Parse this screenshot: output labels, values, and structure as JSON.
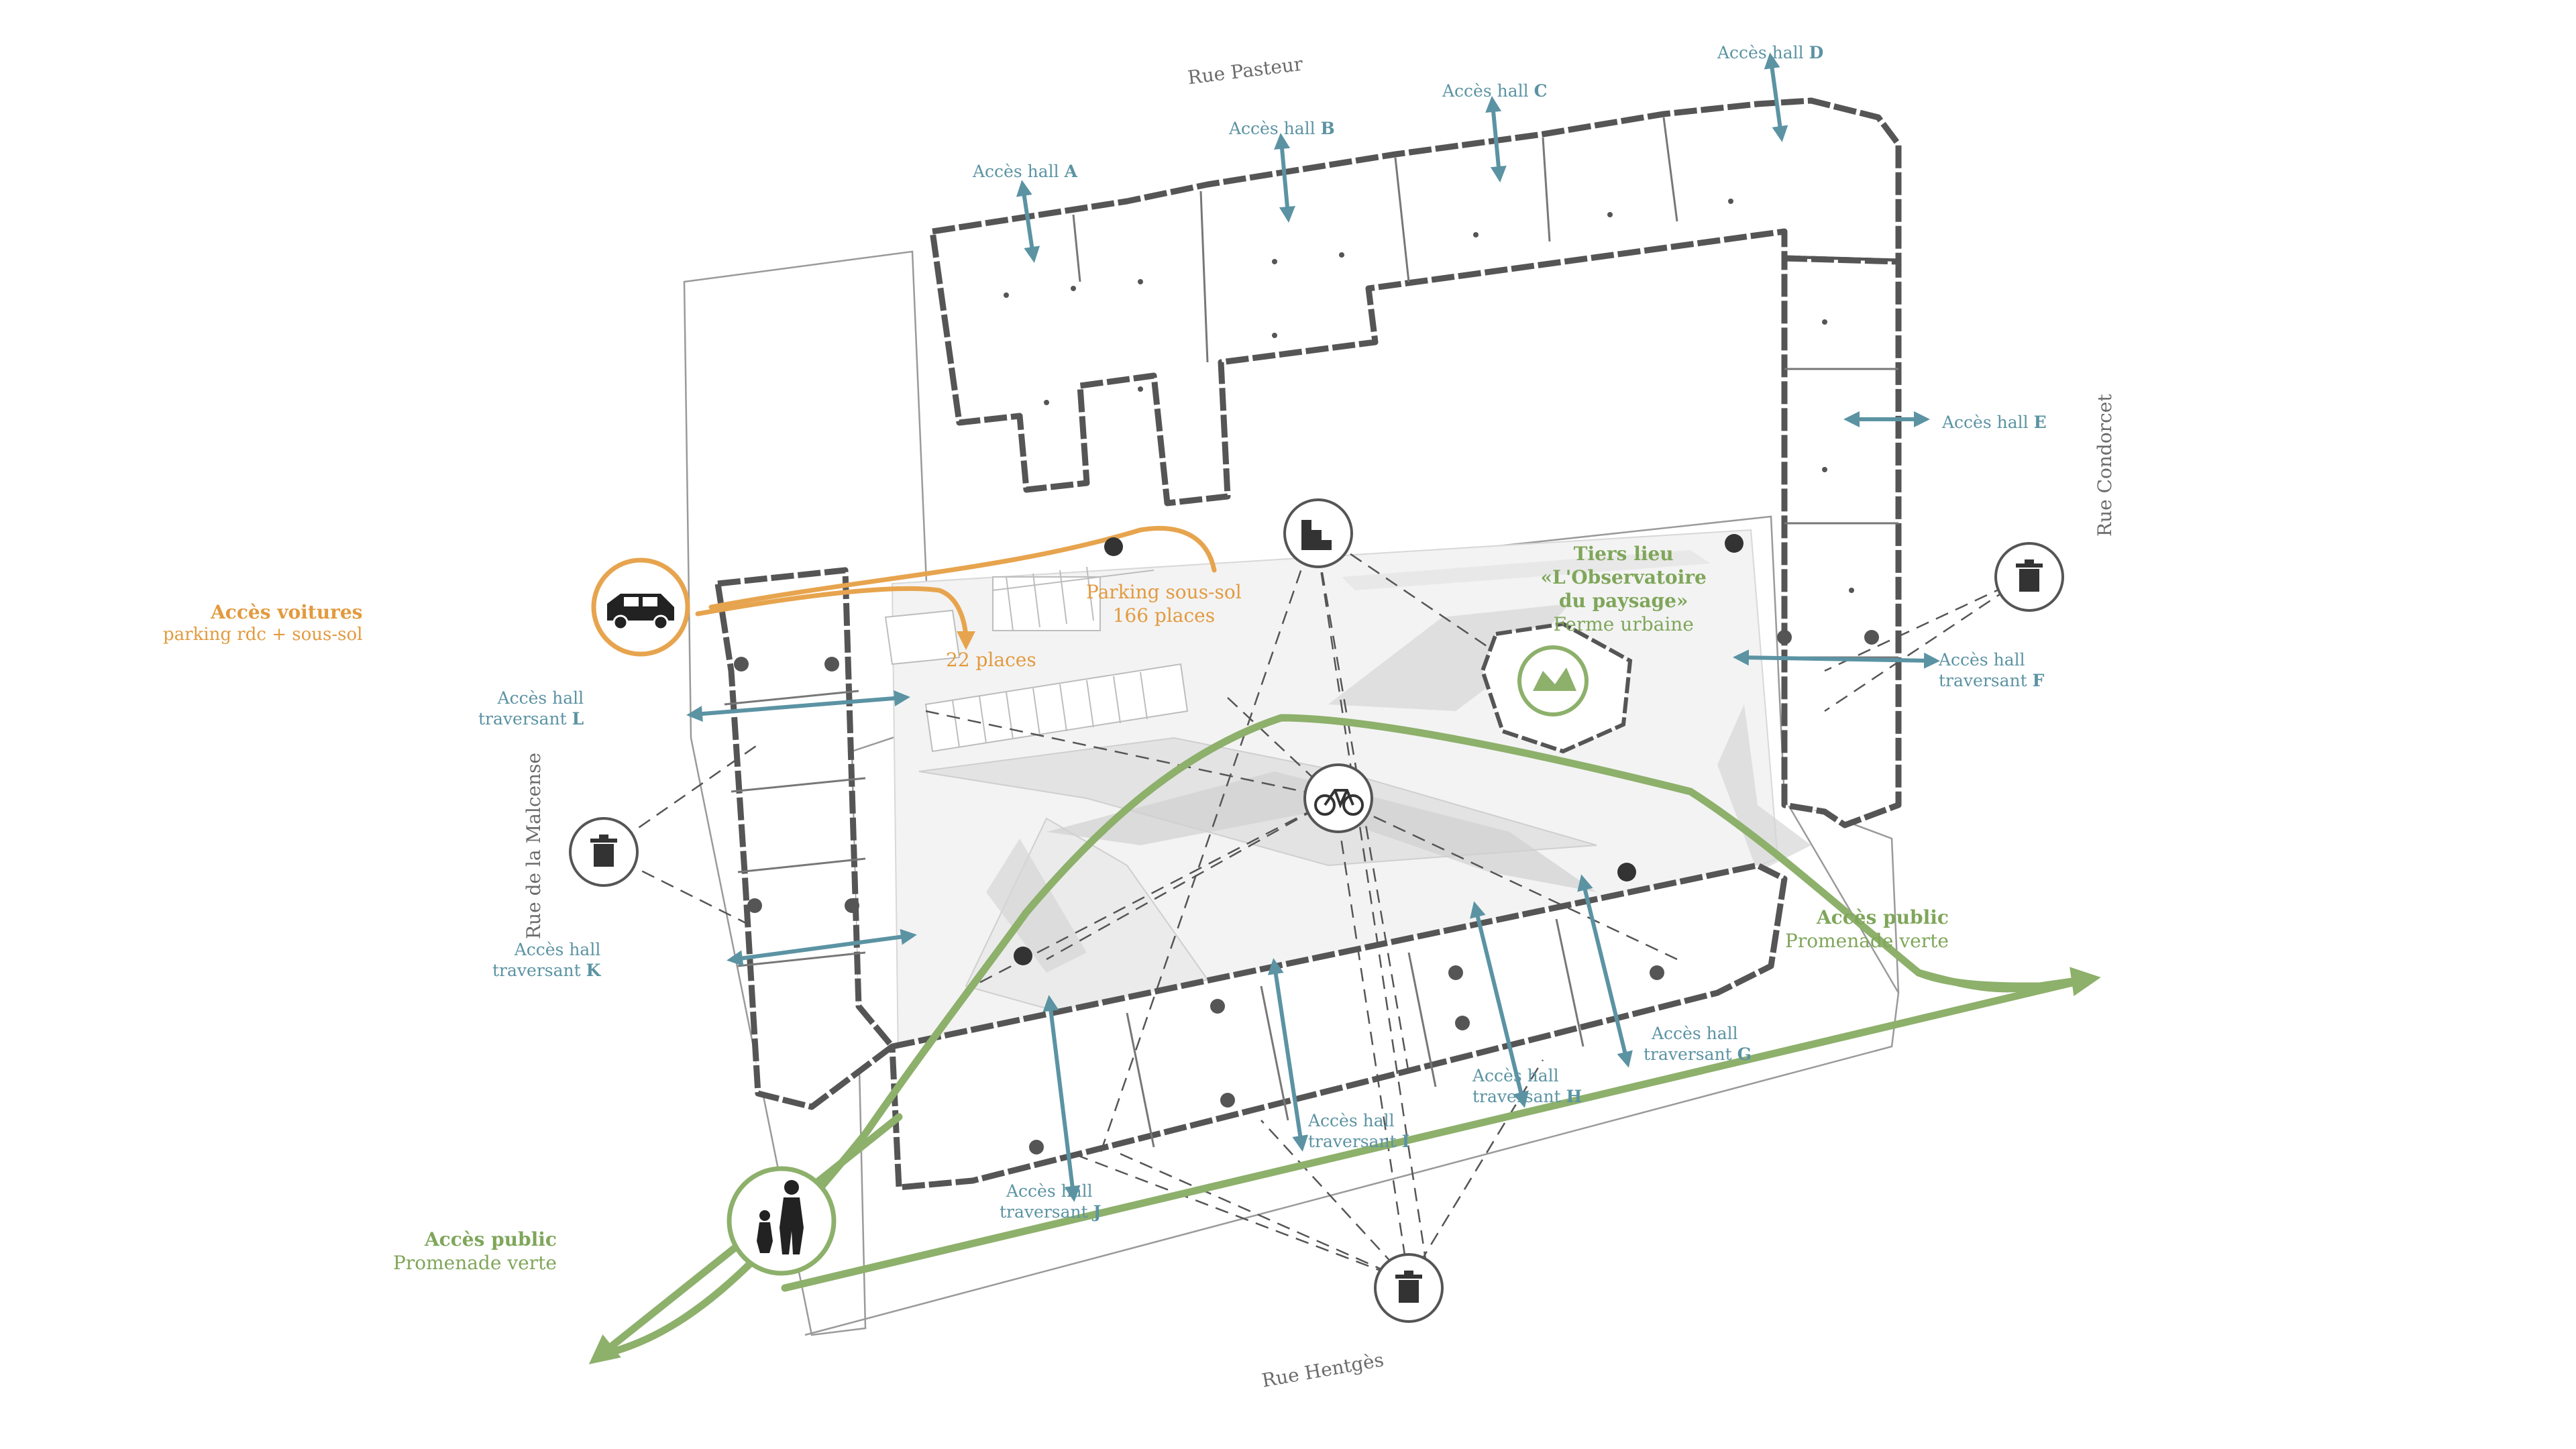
{
  "streets": {
    "north": "Rue Pasteur",
    "east": "Rue Condorcet",
    "south": "Rue Hentgès",
    "west": "Rue de la Malcense"
  },
  "halls": {
    "a": {
      "text": "Accès hall",
      "letter": "A"
    },
    "b": {
      "text": "Accès hall",
      "letter": "B"
    },
    "c": {
      "text": "Accès hall",
      "letter": "C"
    },
    "d": {
      "text": "Accès hall",
      "letter": "D"
    },
    "e": {
      "text": "Accès hall",
      "letter": "E"
    },
    "f": {
      "line1": "Accès hall",
      "line2": "traversant",
      "letter": "F"
    },
    "g": {
      "line1": "Accès hall",
      "line2": "traversant",
      "letter": "G"
    },
    "h": {
      "line1": "Accès hall",
      "line2": "traversant",
      "letter": "H"
    },
    "i": {
      "line1": "Accès hall",
      "line2": "traversant",
      "letter": "I"
    },
    "j": {
      "line1": "Accès hall",
      "line2": "traversant",
      "letter": "J"
    },
    "k": {
      "line1": "Accès hall",
      "line2": "traversant",
      "letter": "K"
    },
    "l": {
      "line1": "Accès hall",
      "line2": "traversant",
      "letter": "L"
    }
  },
  "cars": {
    "title": "Accès voitures",
    "sub": "parking rdc + sous-sol"
  },
  "parking": {
    "line1": "Parking sous-sol",
    "line2": "166 places",
    "surface": "22 places"
  },
  "tiers_lieu": {
    "line1": "Tiers lieu",
    "line2": "«L'Observatoire",
    "line3": "du paysage»",
    "line4": "Ferme urbaine"
  },
  "public_west": {
    "title": "Accès public",
    "sub": "Promenade verte"
  },
  "public_east": {
    "title": "Accès public",
    "sub": "Promenade verte"
  },
  "icons": [
    "car-icon",
    "pedestrian-icon",
    "bike-icon",
    "stairs-icon",
    "trash-icon",
    "urban-farm-icon"
  ],
  "colors": {
    "teal": "#5b93a3",
    "green": "#8db06b",
    "orange": "#e7a44e",
    "building": "#555555",
    "dark_icon": "#333333"
  }
}
